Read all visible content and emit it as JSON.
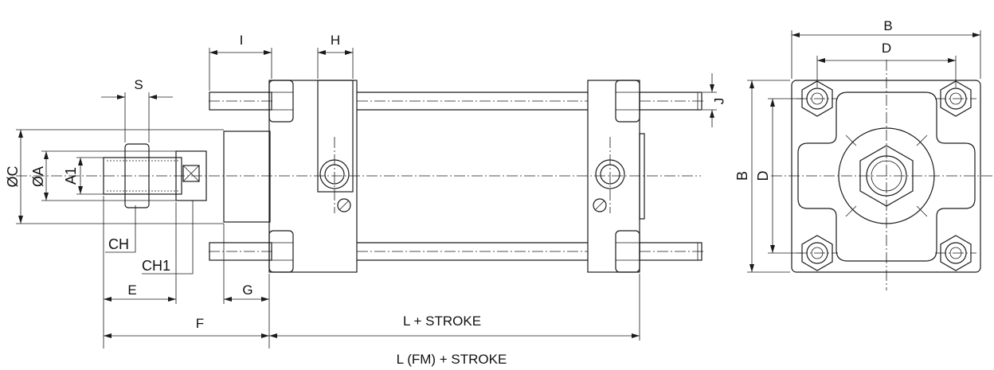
{
  "dimension_labels": {
    "I": "I",
    "H": "H",
    "S": "S",
    "J": "J",
    "OC": "ØC",
    "OA": "ØA",
    "A1": "A1",
    "CH": "CH",
    "CH1": "CH1",
    "E": "E",
    "G": "G",
    "F": "F",
    "L_STROKE": "L + STROKE",
    "LFM_STROKE": "L (FM) + STROKE",
    "B_top": "B",
    "D_top": "D",
    "B_side": "B",
    "D_side": "D"
  },
  "colors": {
    "line": "#1a1a1a",
    "background": "#ffffff"
  }
}
